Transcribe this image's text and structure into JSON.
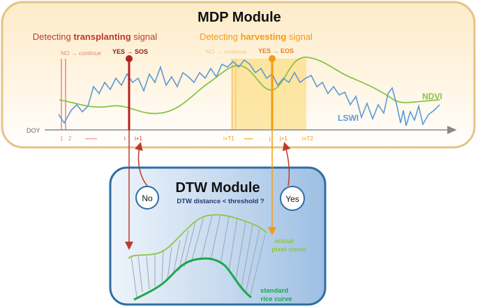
{
  "mdp": {
    "title": "MDP Module",
    "transplant_prefix": "Detecting ",
    "transplant_bold": "transplanting",
    "transplant_suffix": " signal",
    "harvest_prefix": "Detecting ",
    "harvest_bold": "harvesting",
    "harvest_suffix": " signal",
    "no_continue_1": "NO → continue",
    "yes_sos": "YES → SOS",
    "no_continue_2": "NO → continue",
    "yes_eos": "YES → EOS",
    "ndvi_label": "NDVI",
    "lswi_label": "LSWI",
    "axis_label": "DOY",
    "ticks": {
      "t1": "1",
      "t2": "2",
      "dots1": "••••••••",
      "ti": "i",
      "ti1": "i+1",
      "tiT1": "i+T1",
      "dots2": "••••••",
      "tj": "j",
      "tj1": "j+1",
      "tiT2": "i+T2"
    }
  },
  "dtw": {
    "title": "DTW Module",
    "question": "DTW distance < threshold ?",
    "no": "No",
    "yes": "Yes",
    "actual_1": "actual",
    "actual_2": "pixel curve",
    "standard_1": "standard",
    "standard_2": "rice curve"
  },
  "colors": {
    "mdp_border": "#e6c384",
    "transplant": "#c0392b",
    "harvest": "#f39c12",
    "ndvi": "#8bc34a",
    "lswi": "#5b9bd5",
    "dtw_border": "#2e6da4",
    "dtw_text": "#1f3b73",
    "standard": "#1aa84a",
    "actual": "#8cc63f"
  }
}
